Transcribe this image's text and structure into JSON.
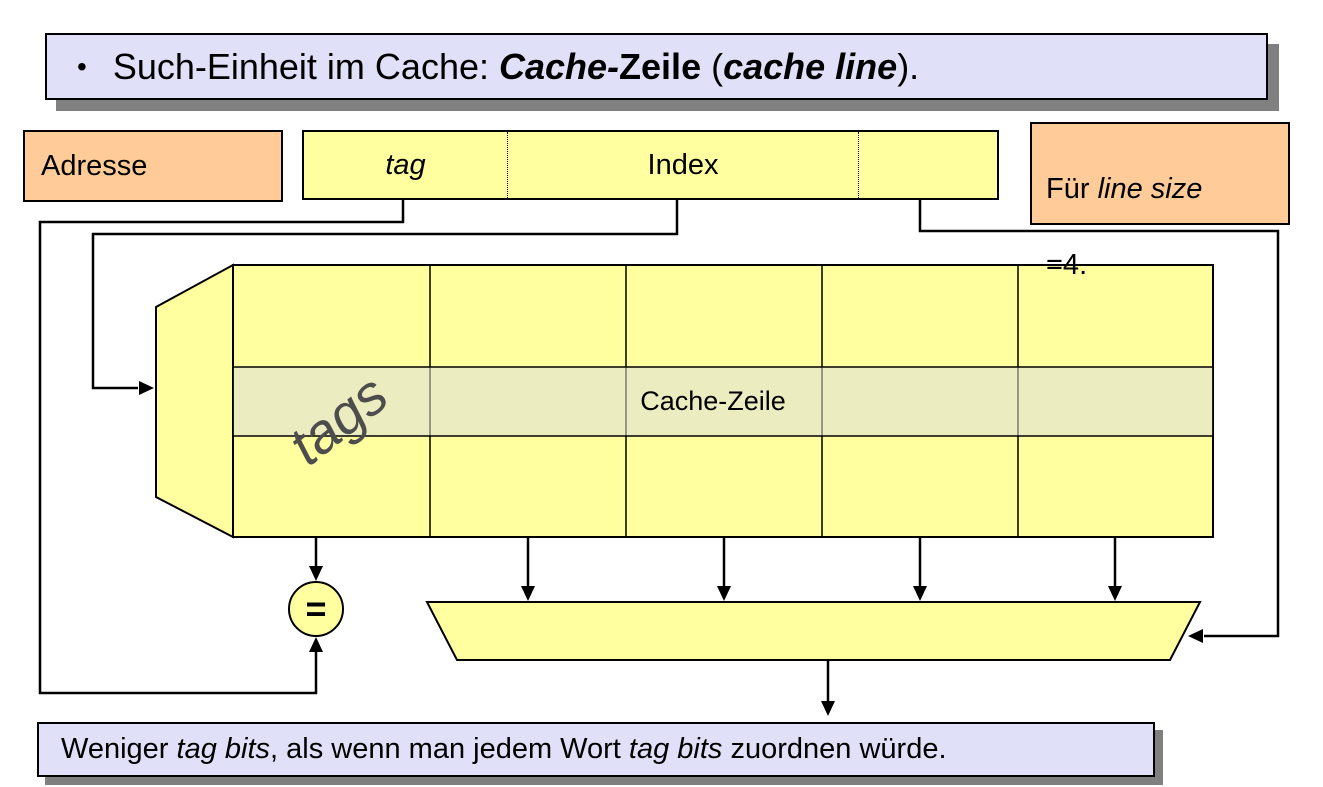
{
  "banner": {
    "bullet": "•",
    "text_normal": "Such-Einheit im Cache: ",
    "text_bold_italic_1": "Cache-",
    "text_bold": "Zeile",
    "text_paren_open": " (",
    "text_bold_italic_2": "cache line",
    "text_close": ")."
  },
  "address": {
    "label": "Adresse"
  },
  "address_field": {
    "tag_label": "tag",
    "index_label": "Index",
    "offset_label": ""
  },
  "line_size_note": {
    "prefix": "Für ",
    "italic": "line size",
    "line2": "=4."
  },
  "cache": {
    "line_label": "Cache-Zeile",
    "tags_label": "tags"
  },
  "comparator": {
    "symbol": "="
  },
  "footer": {
    "part_normal_1": "Weniger ",
    "part_italic_1": "tag bits",
    "part_normal_2": ", als wenn man jedem Wort ",
    "part_italic_2": "tag bits",
    "part_normal_3": " zuordnen würde."
  },
  "colors": {
    "box_yellow": "#ffffa0",
    "box_orange": "#ffcc99",
    "box_lavender": "#e0e0f8",
    "shadow_gray": "#808080",
    "highlight_row": "#eeeebf",
    "tags_text": "#4d4d4d",
    "line_black": "#000000"
  }
}
